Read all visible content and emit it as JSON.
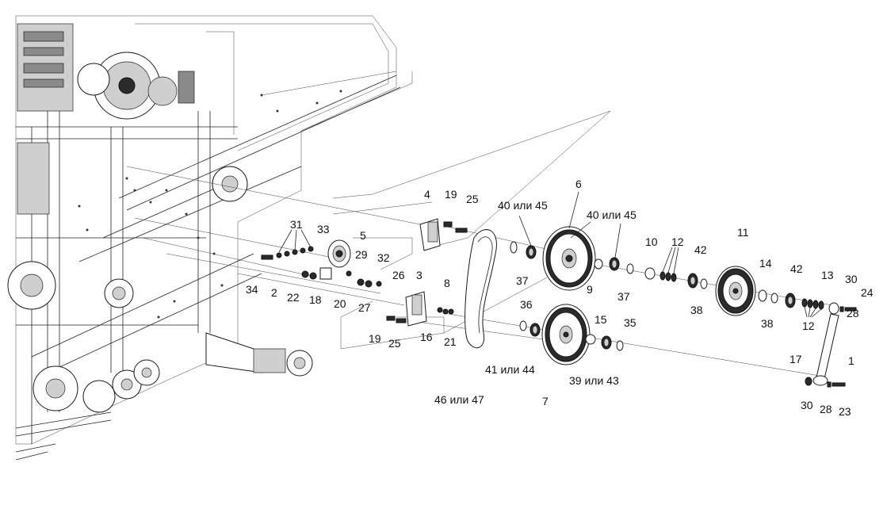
{
  "labels": {
    "l1": "1",
    "l2": "2",
    "l3": "3",
    "l4": "4",
    "l5": "5",
    "l6": "6",
    "l7": "7",
    "l8": "8",
    "l9": "9",
    "l10": "10",
    "l11": "11",
    "l12a": "12",
    "l12b": "12",
    "l13": "13",
    "l14": "14",
    "l15": "15",
    "l16": "16",
    "l17": "17",
    "l18": "18",
    "l19a": "19",
    "l19b": "19",
    "l20": "20",
    "l21": "21",
    "l22": "22",
    "l23": "23",
    "l24": "24",
    "l25a": "25",
    "l25b": "25",
    "l26": "26",
    "l27": "27",
    "l28a": "28",
    "l28b": "28",
    "l29": "29",
    "l30a": "30",
    "l30b": "30",
    "l31": "31",
    "l32": "32",
    "l33": "33",
    "l34": "34",
    "l35": "35",
    "l36": "36",
    "l37a": "37",
    "l37b": "37",
    "l38a": "38",
    "l38b": "38",
    "l39": "39 или 43",
    "l40a": "40 или 45",
    "l40b": "40 или 45",
    "l41": "41 или 44",
    "l42a": "42",
    "l42b": "42",
    "l46": "46 или 47"
  }
}
